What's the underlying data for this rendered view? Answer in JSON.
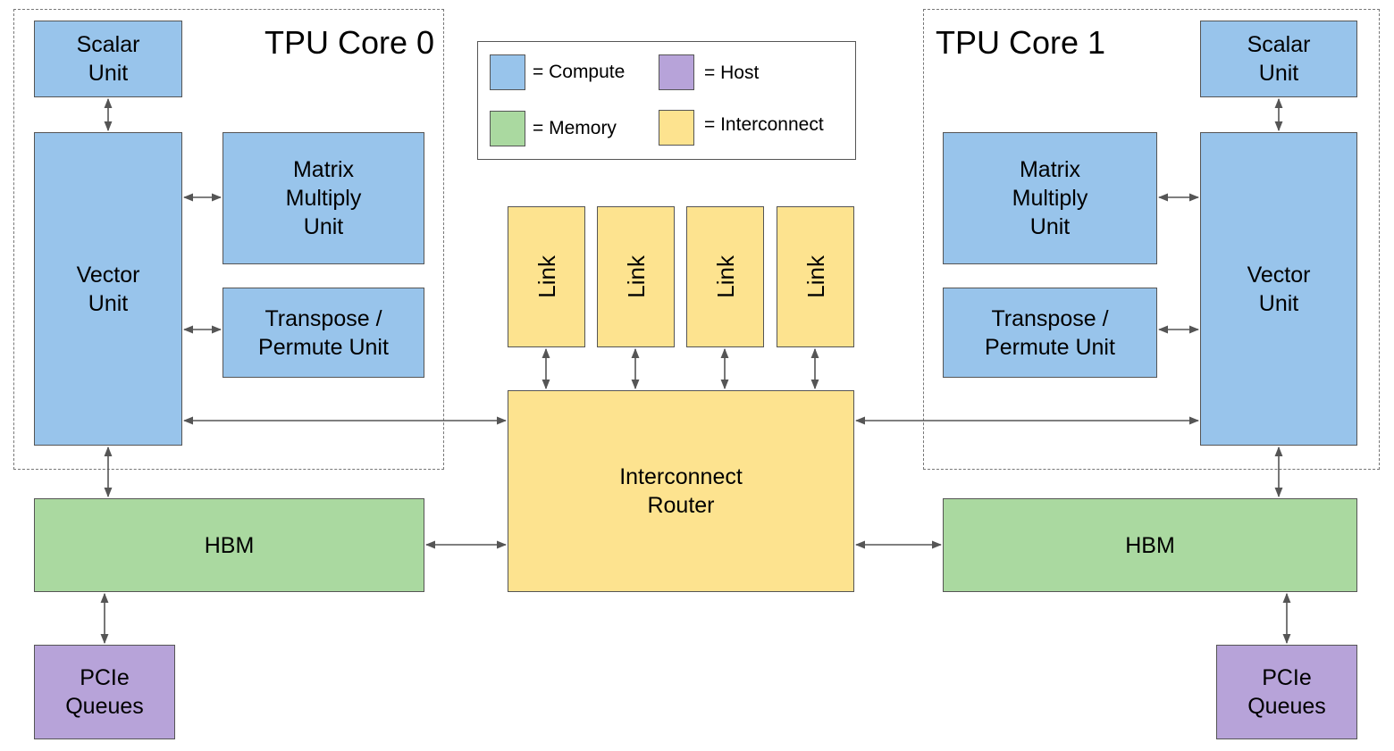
{
  "core0": {
    "title": "TPU Core 0",
    "scalar": [
      "Scalar",
      "Unit"
    ],
    "vector": [
      "Vector",
      "Unit"
    ],
    "matrix": [
      "Matrix",
      "Multiply",
      "Unit"
    ],
    "transpose": [
      "Transpose /",
      "Permute Unit"
    ],
    "hbm": "HBM",
    "pcie": [
      "PCIe",
      "Queues"
    ]
  },
  "core1": {
    "title": "TPU Core 1",
    "scalar": [
      "Scalar",
      "Unit"
    ],
    "vector": [
      "Vector",
      "Unit"
    ],
    "matrix": [
      "Matrix",
      "Multiply",
      "Unit"
    ],
    "transpose": [
      "Transpose /",
      "Permute Unit"
    ],
    "hbm": "HBM",
    "pcie": [
      "PCIe",
      "Queues"
    ]
  },
  "legend": {
    "compute": "= Compute",
    "host": "= Host",
    "memory": "= Memory",
    "interconnect": "= Interconnect"
  },
  "links": [
    "Link",
    "Link",
    "Link",
    "Link"
  ],
  "router": [
    "Interconnect",
    "Router"
  ],
  "colors": {
    "compute": "#98c4eb",
    "memory": "#aad9a0",
    "host": "#b7a3d9",
    "interconnect": "#fde38f"
  }
}
